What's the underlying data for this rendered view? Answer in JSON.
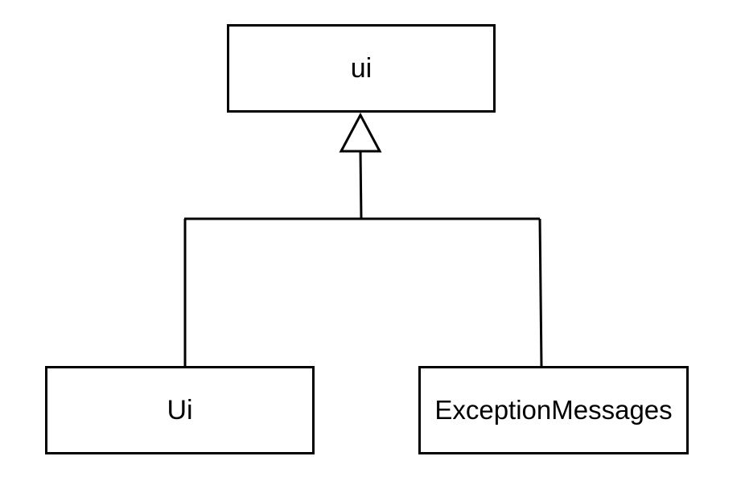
{
  "diagram": {
    "type": "uml-class-inheritance",
    "nodes": [
      {
        "id": "parent",
        "label": "ui"
      },
      {
        "id": "left-child",
        "label": "Ui"
      },
      {
        "id": "right-child",
        "label": "ExceptionMessages"
      }
    ],
    "edges": [
      {
        "from": "left-child",
        "to": "parent",
        "kind": "generalization"
      },
      {
        "from": "right-child",
        "to": "parent",
        "kind": "generalization"
      }
    ],
    "colors": {
      "stroke": "#000000",
      "fill": "#ffffff",
      "text": "#000000"
    }
  }
}
